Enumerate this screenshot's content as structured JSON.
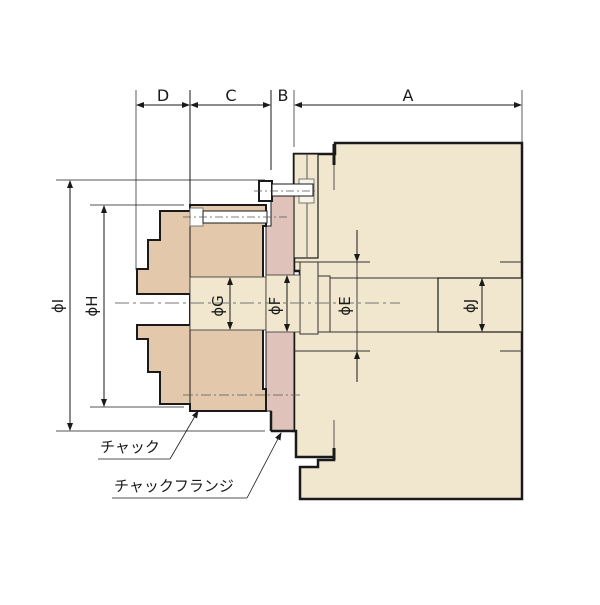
{
  "diagram": {
    "title": "Chuck and chuck flange mounting on spindle - dimension drawing",
    "colors": {
      "chuck_fill": "#e4c8ab",
      "flange_fill": "#dfc3bb",
      "spindle_fill": "#f1e6ce",
      "bore_fill": "#f1e6ce",
      "outline": "#1a1a1a",
      "centerline": "#555555",
      "background": "#ffffff"
    },
    "horizontal_dimensions": [
      {
        "id": "D",
        "label": "D"
      },
      {
        "id": "C",
        "label": "C"
      },
      {
        "id": "B",
        "label": "B"
      },
      {
        "id": "A",
        "label": "A"
      }
    ],
    "diameter_dimensions": [
      {
        "id": "I",
        "label": "ϕI"
      },
      {
        "id": "H",
        "label": "ϕH"
      },
      {
        "id": "G",
        "label": "ϕG"
      },
      {
        "id": "F",
        "label": "ϕF"
      },
      {
        "id": "E",
        "label": "ϕE"
      },
      {
        "id": "J",
        "label": "ϕJ"
      }
    ],
    "callouts": [
      {
        "id": "chuck",
        "label": "チャック"
      },
      {
        "id": "chuck_flange",
        "label": "チャックフランジ"
      }
    ]
  }
}
